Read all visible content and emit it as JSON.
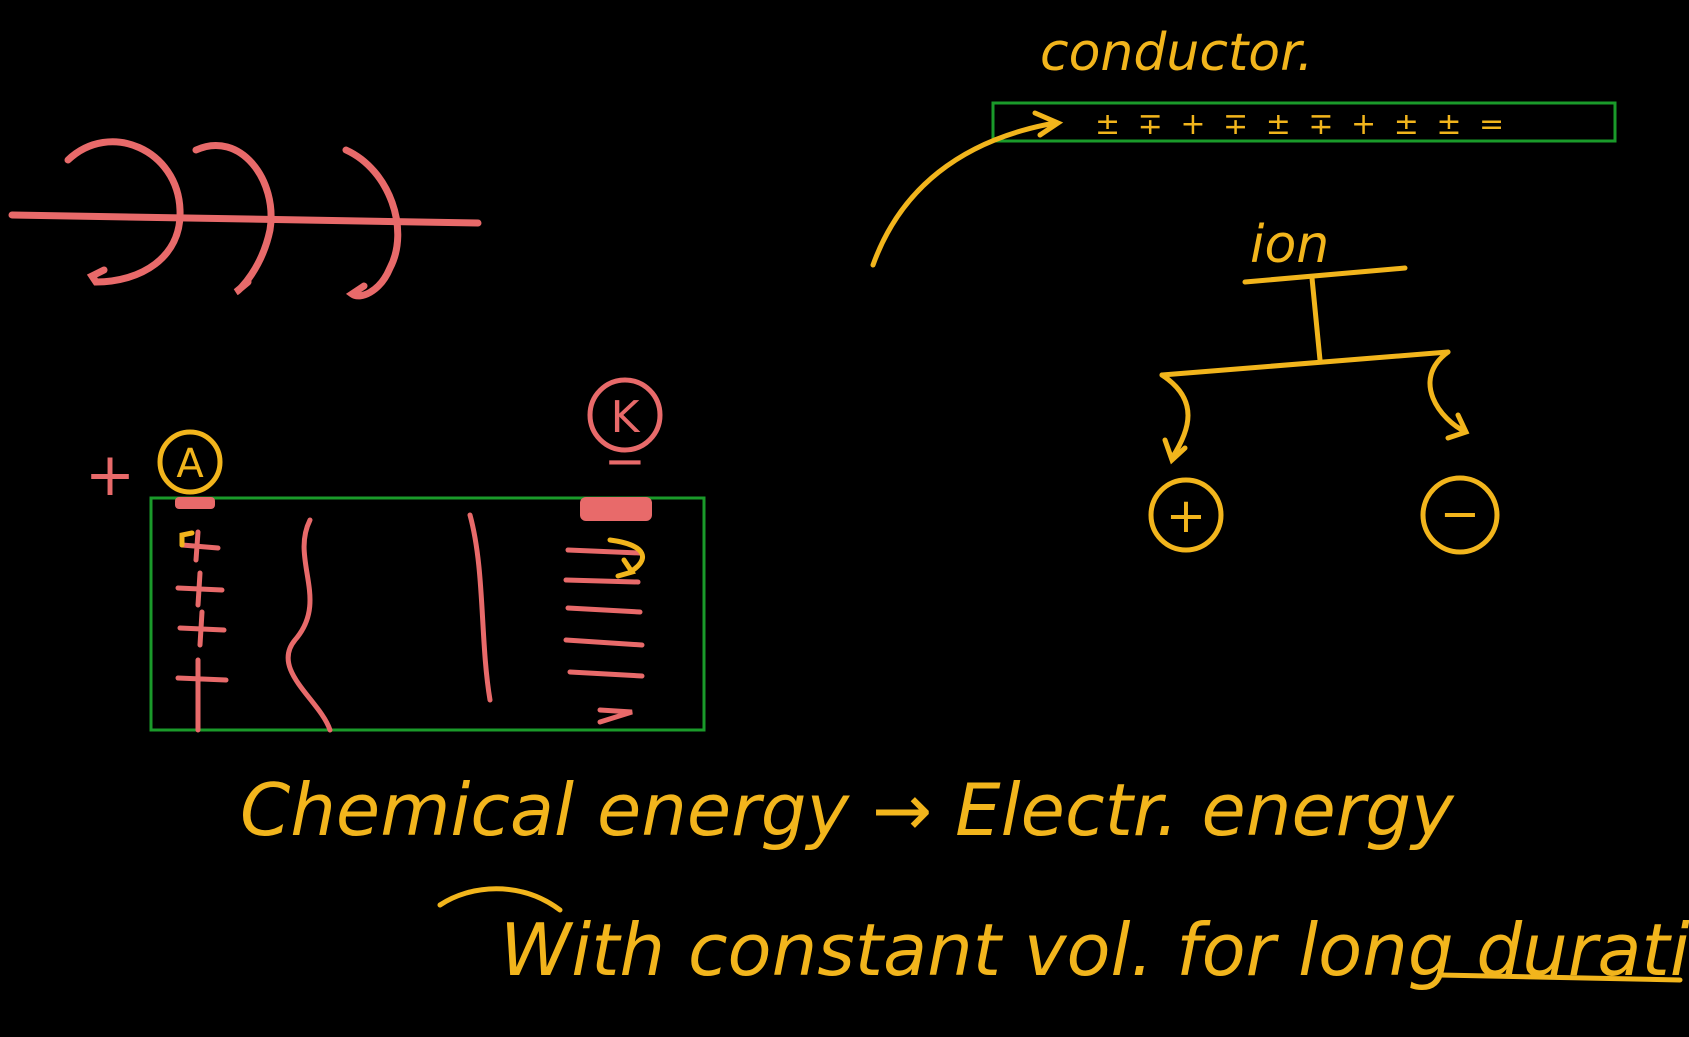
{
  "colors": {
    "background": "#000000",
    "yellow_ink": "#f2b51c",
    "red_ink": "#e86a6a",
    "green_ink": "#1a9a2a"
  },
  "labels": {
    "conductor": "conductor.",
    "conductor_charges": "± ∓ + ∓ ± ∓ + ± ± =",
    "ion": "ion",
    "ion_positive": "+",
    "ion_negative": "−",
    "anode": "A",
    "cathode": "K",
    "anode_sign": "+",
    "cathode_sign": "−",
    "line1": "Chemical energy → Electr. energy",
    "line2": "With constant vol. for long duration"
  }
}
